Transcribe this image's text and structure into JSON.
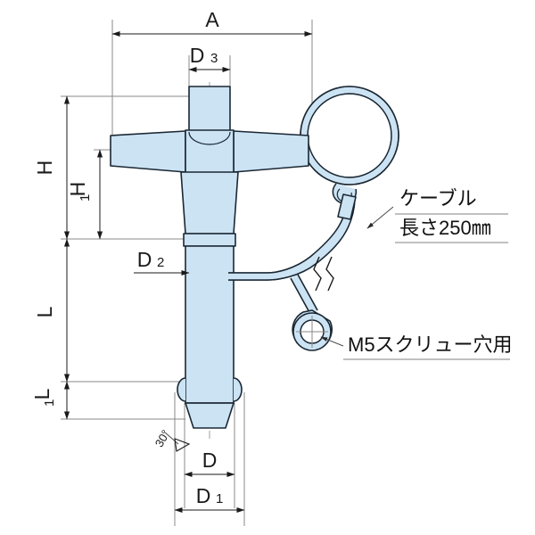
{
  "drawing": {
    "title": "T-handle quick release ball lock pin with cable lanyard",
    "background_color": "#ffffff",
    "part_fill_color": "#cce3f4",
    "part_outline_color": "#1a2733",
    "dimension_line_color": "#1a1a1a",
    "extension_line_color": "#888888",
    "center_line_color": "#9aa0a6"
  },
  "dimensions": {
    "overall_width": {
      "label": "A",
      "subscript": ""
    },
    "knob_diameter": {
      "label": "D",
      "subscript": "3"
    },
    "handle_height": {
      "label": "H",
      "subscript": ""
    },
    "grip_height": {
      "label": "H",
      "subscript": "1"
    },
    "shank_length": {
      "label": "L",
      "subscript": ""
    },
    "tip_length": {
      "label": "L",
      "subscript": "1"
    },
    "collar_diameter": {
      "label": "D",
      "subscript": "2"
    },
    "pin_diameter": {
      "label": "D",
      "subscript": ""
    },
    "ball_diameter": {
      "label": "D",
      "subscript": "1"
    }
  },
  "annotations": {
    "chamfer_angle": "30°",
    "cable_note_line1": "ケーブル",
    "cable_note_line2": "長さ250㎜",
    "screw_hole_note": "M5スクリュー穴用"
  }
}
